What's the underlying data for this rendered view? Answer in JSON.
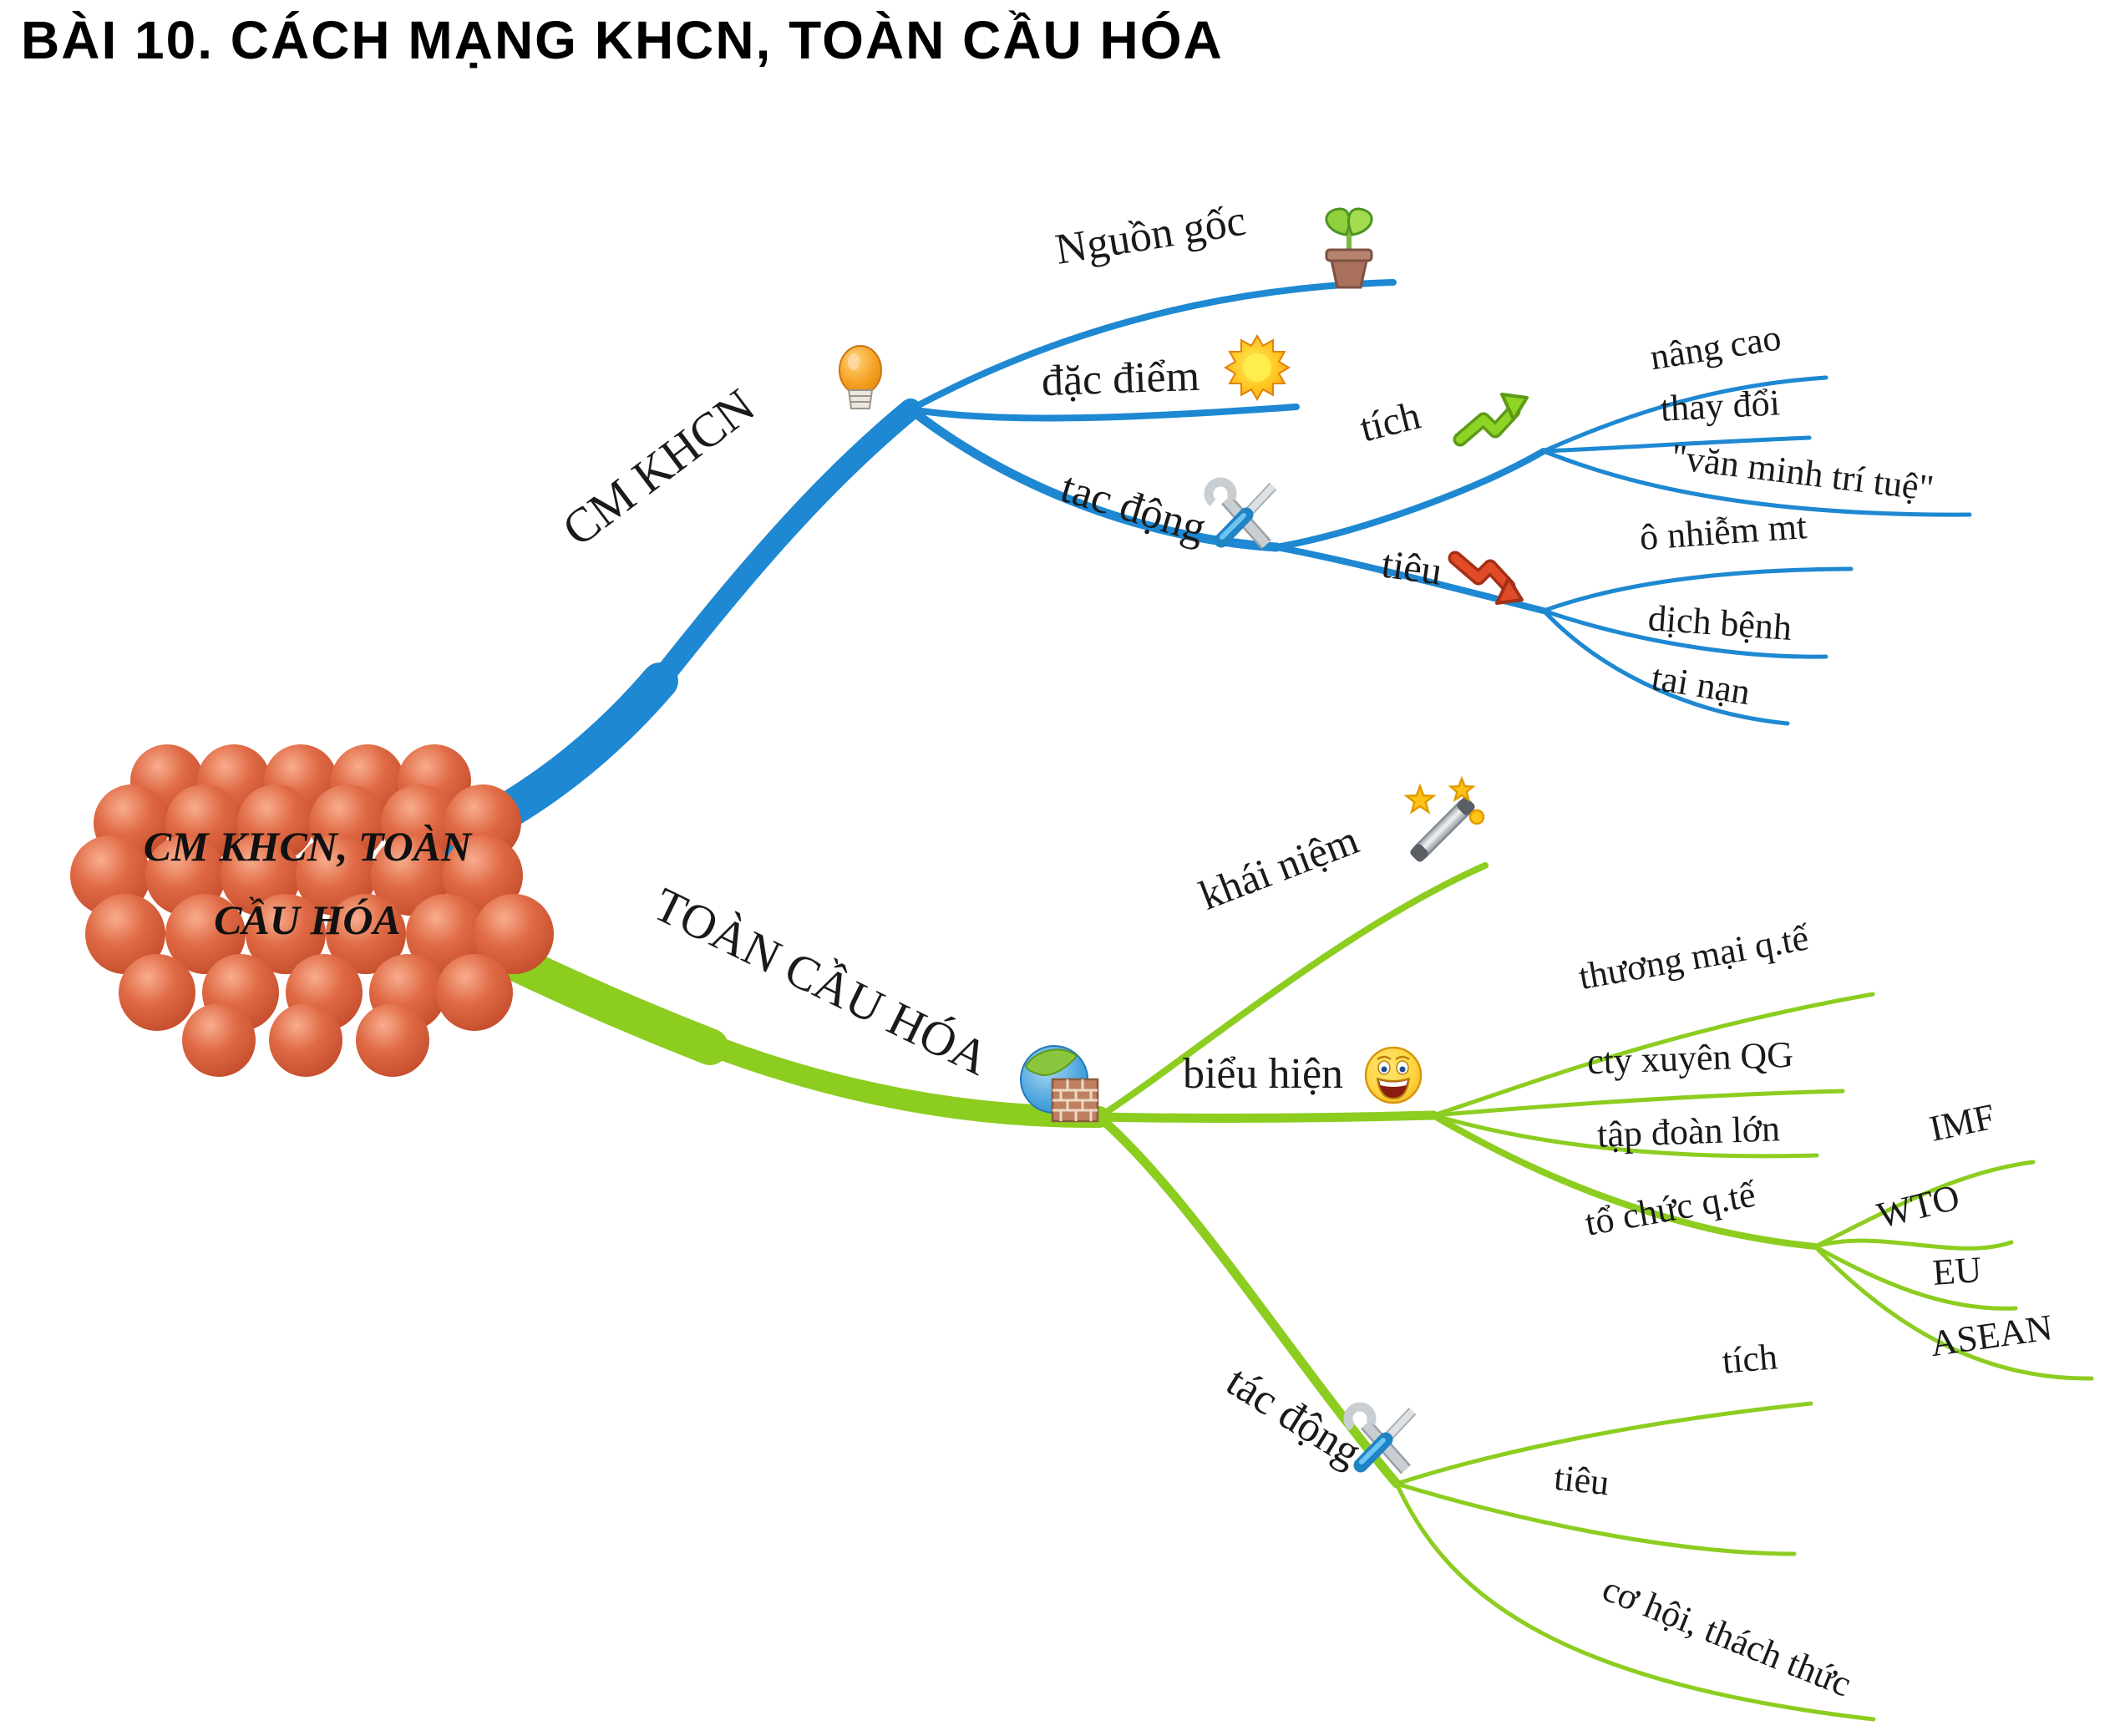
{
  "title": "BÀI 10. CÁCH MẠNG KHCN, TOÀN CẦU HÓA",
  "colors": {
    "blue": "#1e88d2",
    "green": "#8ccd20",
    "sphere": "#e0603f",
    "ink": "#1a1a1a",
    "titlecol": "#000000"
  },
  "center": {
    "line1": "CM KHCN, TOÀN",
    "line2": "CẦU HÓA"
  },
  "blue": {
    "label": "CM KHCN",
    "nguon_goc": "Nguồn gốc",
    "dac_diem": "đặc điểm",
    "tac_dong": "tac động",
    "tich": "tích",
    "tieu": "tiêu",
    "nang_cao": "nâng cao",
    "thay_doi": "thay đổi",
    "van_minh": "\"văn minh trí tuệ\"",
    "o_nhiem": "ô nhiễm mt",
    "dich_benh": "dịch bệnh",
    "tai_nan": "tai nạn"
  },
  "green": {
    "label": "TOÀN CẦU HÓA",
    "khai_niem": "khái niệm",
    "bieu_hien": "biểu hiện",
    "thuong_mai": "thương mại q.tế",
    "cty_xuyen": "cty xuyên QG",
    "tap_doan": "tập đoàn lớn",
    "to_chuc": "tổ chức q.tế",
    "imf": "IMF",
    "wto": "WTO",
    "eu": "EU",
    "asean": "ASEAN",
    "tac_dong": "tác động",
    "tich": "tích",
    "tieu": "tiêu",
    "co_hoi": "cơ hội, thách thức"
  },
  "icons": {
    "central": "red-sphere-cluster",
    "cm_khcn": "lightbulb",
    "nguon_goc": "potted-plant",
    "dac_diem": "sun",
    "tac_dong_blue": "tools",
    "tich_blue": "green-up-arrow",
    "tieu_blue": "red-down-arrow",
    "toan_cau_hoa": "globe-brick-wall",
    "khai_niem": "magic-wand",
    "bieu_hien": "smiley",
    "tac_dong_green": "tools"
  }
}
